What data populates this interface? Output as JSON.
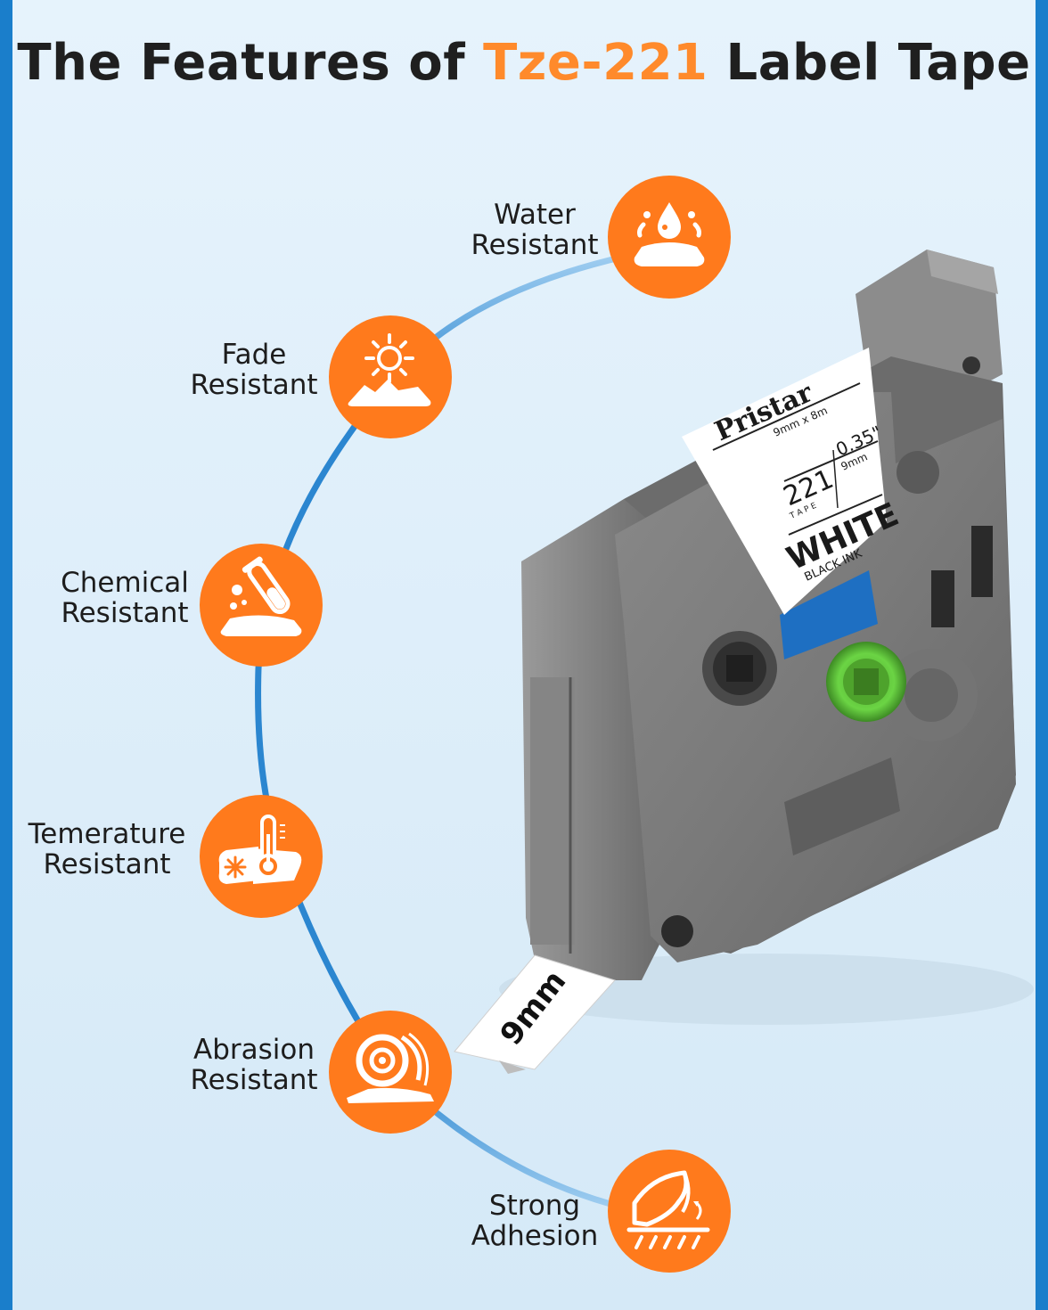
{
  "title": {
    "prefix": "The Features of ",
    "highlight": "Tze-221",
    "suffix": " Label Tape"
  },
  "colors": {
    "accent_orange": "#ff7a1c",
    "highlight_orange": "#ff8a2b",
    "frame_blue": "#1a7ecb",
    "background": "#e6f3fc",
    "cartridge_gray": "#7b7b7b",
    "spool_green": "#5cc63a"
  },
  "features": [
    {
      "line1": "Water",
      "line2": "Resistant",
      "icon": "water-drop-icon"
    },
    {
      "line1": "Fade",
      "line2": "Resistant",
      "icon": "sun-icon"
    },
    {
      "line1": "Chemical",
      "line2": "Resistant",
      "icon": "test-tube-icon"
    },
    {
      "line1": "Temerature",
      "line2": "Resistant",
      "icon": "thermometer-icon"
    },
    {
      "line1": "Abrasion",
      "line2": "Resistant",
      "icon": "tape-roll-icon"
    },
    {
      "line1": "Strong",
      "line2": "Adhesion",
      "icon": "adhesion-icon"
    }
  ],
  "cartridge": {
    "brand": "Pristar",
    "size": "9mm x 8m",
    "model": "221",
    "model_sub": "T A P E",
    "width_in": "0.35\"",
    "width_mm": "9mm",
    "color": "WHITE",
    "ink": "BLACK INK",
    "tape_text": "9mm"
  }
}
